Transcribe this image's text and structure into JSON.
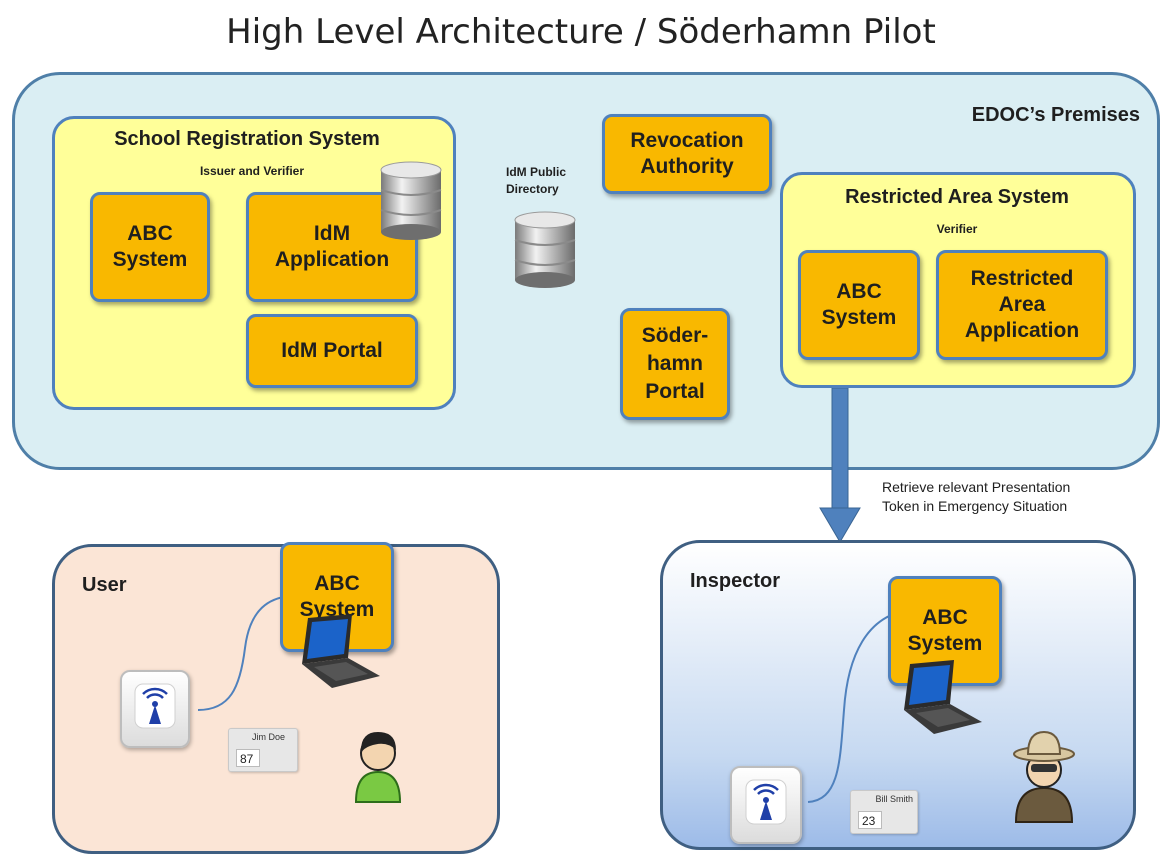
{
  "title": "High Level Architecture / Söderhamn Pilot",
  "premises": {
    "label": "EDOC’s Premises"
  },
  "school_system": {
    "title": "School Registration System",
    "subtitle": "Issuer and Verifier",
    "abc": "ABC System",
    "idm_app": "IdM Application",
    "idm_portal": "IdM Portal"
  },
  "idm_directory": {
    "label": "IdM Public Directory"
  },
  "revocation": {
    "label": "Revocation Authority"
  },
  "soderhamn_portal": {
    "label": "Söder-hamn Portal"
  },
  "restricted_system": {
    "title": "Restricted Area System",
    "subtitle": "Verifier",
    "abc": "ABC System",
    "app": "Restricted Area Application"
  },
  "arrow_note": {
    "line1": "Retrieve relevant Presentation",
    "line2": "Token in Emergency Situation"
  },
  "user": {
    "label": "User",
    "abc": "ABC System",
    "card_name": "Jim Doe",
    "card_number": "87"
  },
  "inspector": {
    "label": "Inspector",
    "abc": "ABC System",
    "card_name": "Bill Smith",
    "card_number": "23"
  },
  "colors": {
    "premises_bg": "#daeef3",
    "system_bg": "#ffff99",
    "component_bg": "#f9b800",
    "border": "#4f81bd",
    "user_bg": "#fbe5d6"
  }
}
